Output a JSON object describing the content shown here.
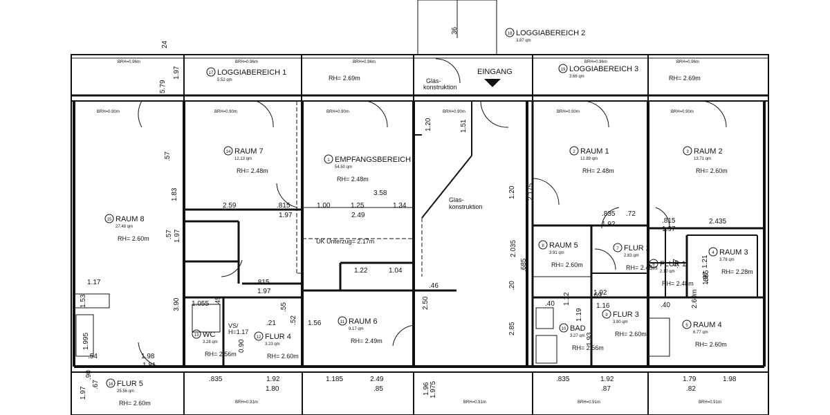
{
  "rooms": [
    {
      "num": "17",
      "name": "LOGGIABEREICH 1",
      "area": "5.52 qm"
    },
    {
      "num": "18",
      "name": "LOGGIABEREICH 2",
      "area": "3.87 qm"
    },
    {
      "num": "19",
      "name": "LOGGIABEREICH 3",
      "area": "3.66 qm"
    },
    {
      "num": "14",
      "name": "RAUM 7",
      "area": "12.13 qm",
      "height": "RH= 2.48m"
    },
    {
      "num": "1",
      "name": "EMPFANGSBEREICH",
      "area": "54.50 qm",
      "height": "RH= 2.48m"
    },
    {
      "num": "2",
      "name": "RAUM 1",
      "area": "12.89 qm",
      "height": "RH= 2.48m"
    },
    {
      "num": "3",
      "name": "RAUM 2",
      "area": "13.71 qm",
      "height": "RH= 2.60m"
    },
    {
      "num": "15",
      "name": "RAUM 8",
      "area": "27.48 qm",
      "height": "RH= 2.60m"
    },
    {
      "num": "8",
      "name": "RAUM 5",
      "area": "3.91 qm",
      "height": "RH= 2.60m"
    },
    {
      "num": "7",
      "name": "FLUR 2",
      "area": "2.83 qm",
      "height": "RH= 2.48m"
    },
    {
      "num": "6",
      "name": "FLUR 1",
      "area": "2.10 qm",
      "height": "RH= 2.48m"
    },
    {
      "num": "4",
      "name": "RAUM 3",
      "area": "3.78 qm",
      "height": "RH= 2.28m"
    },
    {
      "num": "13",
      "name": "WC",
      "area": "3.28 qm",
      "height": "RH= 2.56m"
    },
    {
      "num": "12",
      "name": "FLUR 4",
      "area": "3.23 qm",
      "height": "RH= 2.60m"
    },
    {
      "num": "11",
      "name": "RAUM 6",
      "area": "9.17 qm",
      "height": "RH= 2.49m"
    },
    {
      "num": "9",
      "name": "FLUR 3",
      "area": "3.90 qm",
      "height": "RH= 2.60m"
    },
    {
      "num": "10",
      "name": "BAD",
      "area": "3.27 qm",
      "height": "RH= 2.56m"
    },
    {
      "num": "5",
      "name": "RAUM 4",
      "area": "6.77 qm",
      "height": "RH= 2.60m"
    },
    {
      "num": "16",
      "name": "FLUR 5",
      "area": "25.56 qm",
      "height": "RH= 2.60m"
    }
  ],
  "labels": {
    "entrance": "EINGANG",
    "glass_top": "Glas-",
    "glass_top2": "konstruktion",
    "glass_mid": "Glas-",
    "glass_mid2": "konstruktion",
    "beam": "UK Unterzug= 2.17m",
    "vs": "VS/",
    "vs_h": "H=1.17",
    "rh_loggia1": "RH= 2.69m",
    "rh_loggia3": "RH= 2.69m"
  },
  "brh_labels": [
    "BRH=0.96m",
    "BRH=0.90m",
    "BRH=0.91m"
  ],
  "dimensions": [
    "24",
    "5.79",
    "1.97",
    "1.20",
    "1.51",
    "3.58",
    "2.59",
    ".815",
    "1.97",
    "1.00",
    "1.25",
    "2.49",
    "1.34",
    "1.20",
    "2.175",
    "2.035",
    ".835",
    ".72",
    "1.92",
    ".815",
    "1.97",
    "2.435",
    ".57",
    "1.83",
    ".57",
    "1.97",
    "1.17",
    "3.90",
    "1.055",
    ".45",
    ".55",
    ".815",
    "1.97",
    "1.22",
    "1.04",
    ".46",
    "2.50",
    "2.85",
    ".20",
    ".685",
    ".67",
    "1.97",
    "1.21",
    ".40",
    "1.12",
    ".69",
    "1.92",
    "1.16",
    ".40",
    "2.60m",
    ".21",
    ".52",
    "1.56",
    "1.19",
    "1.98",
    "1.81",
    ".54",
    "1.53",
    "1.995",
    ".835",
    "1.92",
    "1.80",
    "1.185",
    "2.49",
    ".85",
    "1.96",
    "1.975",
    ".835",
    "1.92",
    ".87",
    "1.79",
    "1.98",
    ".82",
    "1.97",
    ".90",
    ".67",
    ".685",
    "1.93",
    "0.90",
    "36"
  ]
}
